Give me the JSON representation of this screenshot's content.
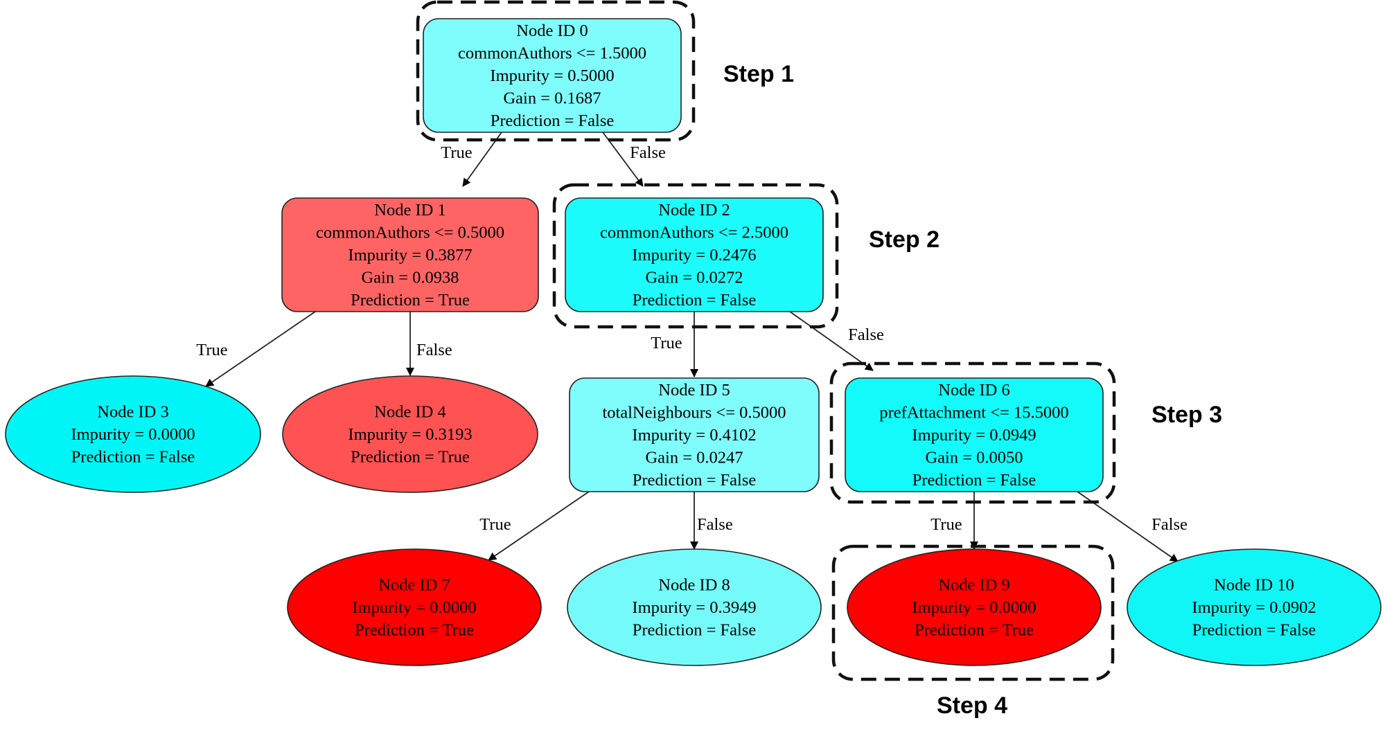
{
  "nodes": [
    {
      "id": "0",
      "shape": "rect",
      "color": "#7ffcfc",
      "lines": [
        "Node ID 0",
        "commonAuthors <= 1.5000",
        "Impurity = 0.5000",
        "Gain = 0.1687",
        "Prediction = False"
      ]
    },
    {
      "id": "1",
      "shape": "rect",
      "color": "#ff6464",
      "lines": [
        "Node ID 1",
        "commonAuthors <= 0.5000",
        "Impurity = 0.3877",
        "Gain = 0.0938",
        "Prediction = True"
      ]
    },
    {
      "id": "2",
      "shape": "rect",
      "color": "#1cfcfc",
      "lines": [
        "Node ID 2",
        "commonAuthors <= 2.5000",
        "Impurity = 0.2476",
        "Gain = 0.0272",
        "Prediction = False"
      ]
    },
    {
      "id": "3",
      "shape": "ellipse",
      "color": "#00f6f6",
      "lines": [
        "Node ID 3",
        "Impurity = 0.0000",
        "Prediction = False"
      ]
    },
    {
      "id": "4",
      "shape": "ellipse",
      "color": "#ff5252",
      "lines": [
        "Node ID 4",
        "Impurity = 0.3193",
        "Prediction = True"
      ]
    },
    {
      "id": "5",
      "shape": "rect",
      "color": "#7ffcfc",
      "lines": [
        "Node ID 5",
        "totalNeighbours <= 0.5000",
        "Impurity = 0.4102",
        "Gain = 0.0247",
        "Prediction = False"
      ]
    },
    {
      "id": "6",
      "shape": "rect",
      "color": "#12fafa",
      "lines": [
        "Node ID 6",
        "prefAttachment <= 15.5000",
        "Impurity = 0.0949",
        "Gain = 0.0050",
        "Prediction = False"
      ]
    },
    {
      "id": "7",
      "shape": "ellipse",
      "color": "#ff0000",
      "lines": [
        "Node ID 7",
        "Impurity = 0.0000",
        "Prediction = True"
      ]
    },
    {
      "id": "8",
      "shape": "ellipse",
      "color": "#75fafa",
      "lines": [
        "Node ID 8",
        "Impurity = 0.3949",
        "Prediction = False"
      ]
    },
    {
      "id": "9",
      "shape": "ellipse",
      "color": "#ff0000",
      "lines": [
        "Node ID 9",
        "Impurity = 0.0000",
        "Prediction = True"
      ]
    },
    {
      "id": "10",
      "shape": "ellipse",
      "color": "#10f6f6",
      "lines": [
        "Node ID 10",
        "Impurity = 0.0902",
        "Prediction = False"
      ]
    }
  ],
  "edges": [
    {
      "from": "0",
      "to": "1",
      "label": "True"
    },
    {
      "from": "0",
      "to": "2",
      "label": "False"
    },
    {
      "from": "1",
      "to": "3",
      "label": "True"
    },
    {
      "from": "1",
      "to": "4",
      "label": "False"
    },
    {
      "from": "2",
      "to": "5",
      "label": "True"
    },
    {
      "from": "2",
      "to": "6",
      "label": "False"
    },
    {
      "from": "5",
      "to": "7",
      "label": "True"
    },
    {
      "from": "5",
      "to": "8",
      "label": "False"
    },
    {
      "from": "6",
      "to": "9",
      "label": "True"
    },
    {
      "from": "6",
      "to": "10",
      "label": "False"
    }
  ],
  "steps": [
    {
      "label": "Step 1",
      "highlights": "0"
    },
    {
      "label": "Step 2",
      "highlights": "2"
    },
    {
      "label": "Step 3",
      "highlights": "6"
    },
    {
      "label": "Step 4",
      "highlights": "9"
    }
  ]
}
